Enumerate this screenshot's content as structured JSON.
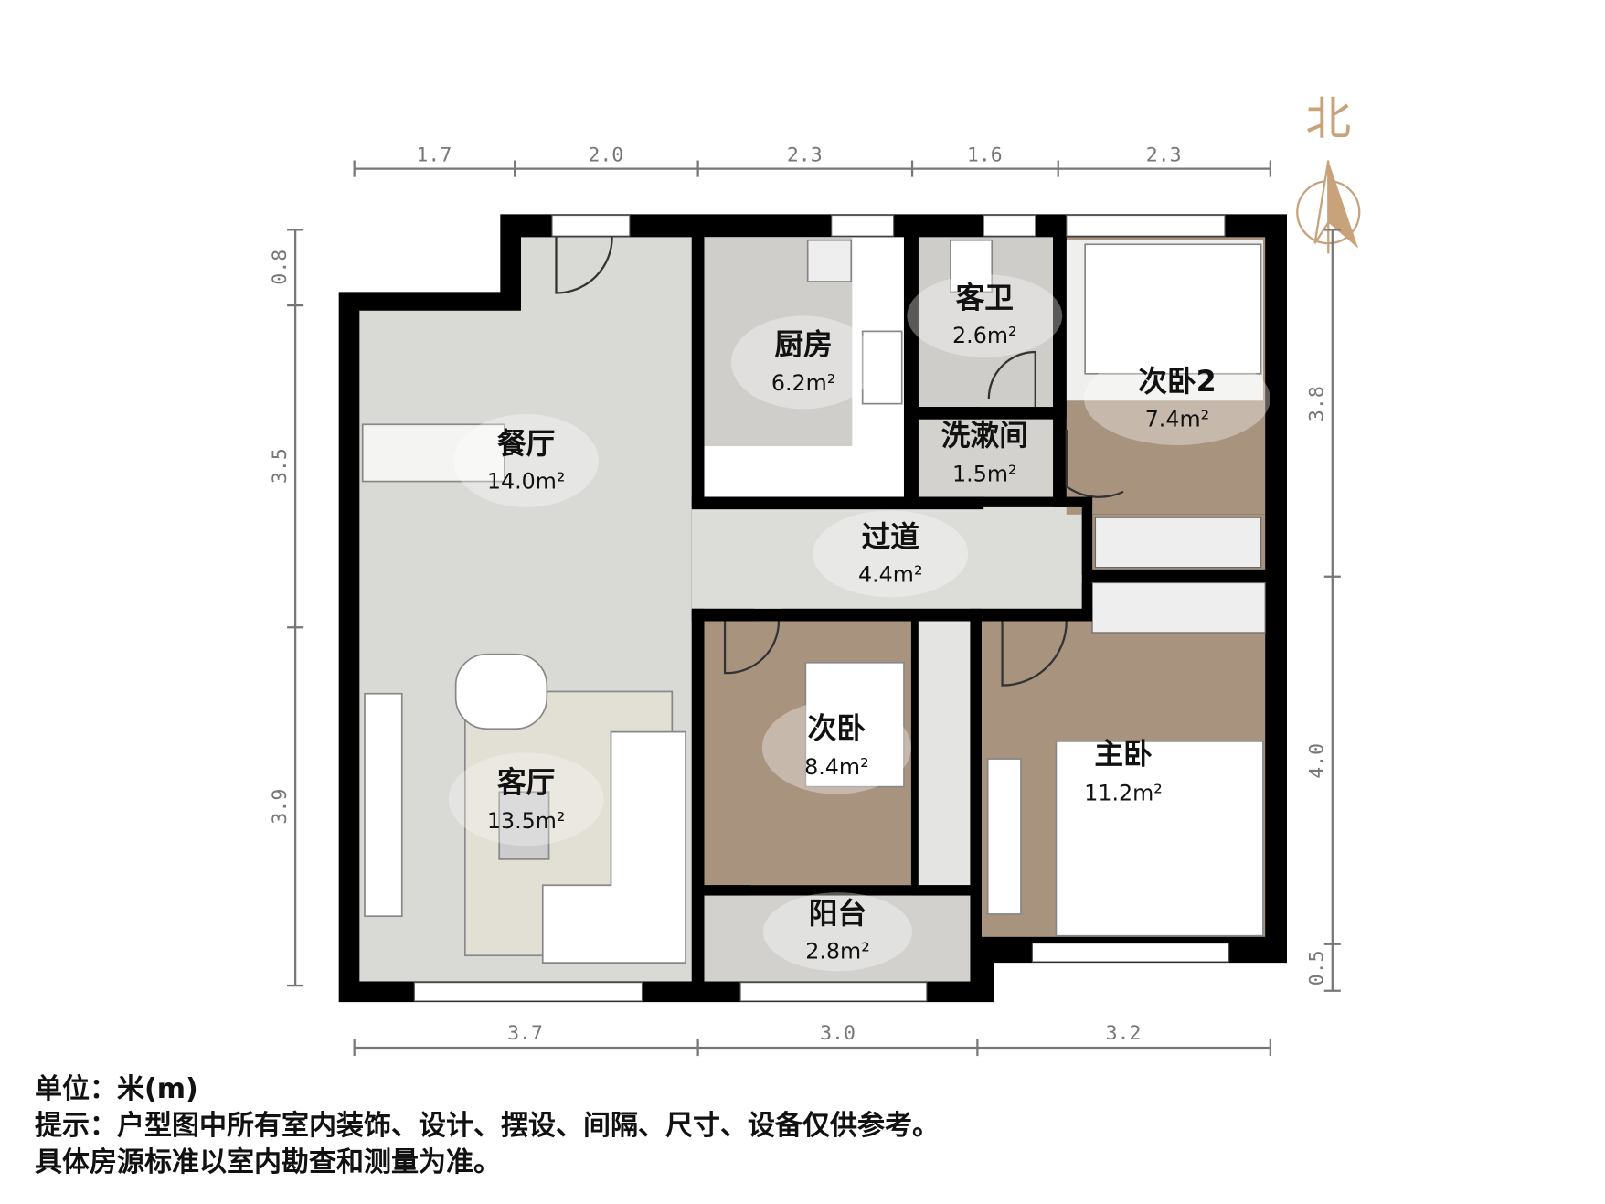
{
  "north_label": "北",
  "dimensions": {
    "top": [
      "1.7",
      "2.0",
      "2.3",
      "1.6",
      "2.3"
    ],
    "bottom": [
      "3.7",
      "3.0",
      "3.2"
    ],
    "left": [
      "0.8",
      "3.5",
      "3.9"
    ],
    "right": [
      "3.8",
      "4.0",
      "0.5"
    ]
  },
  "rooms": [
    {
      "name": "餐厅",
      "area": "14.0m²"
    },
    {
      "name": "厨房",
      "area": "6.2m²"
    },
    {
      "name": "客卫",
      "area": "2.6m²"
    },
    {
      "name": "洗漱间",
      "area": "1.5m²"
    },
    {
      "name": "次卧2",
      "area": "7.4m²"
    },
    {
      "name": "过道",
      "area": "4.4m²"
    },
    {
      "name": "次卧",
      "area": "8.4m²"
    },
    {
      "name": "主卧",
      "area": "11.2m²"
    },
    {
      "name": "客厅",
      "area": "13.5m²"
    },
    {
      "name": "阳台",
      "area": "2.8m²"
    }
  ],
  "colors": {
    "wall": "#000000",
    "tile": "#d9d9d6",
    "wood": "#a8937f",
    "dimension": "#777777",
    "north": "#c8a27a"
  },
  "notes": {
    "unit": "单位：米(m)",
    "hint": "提示：户型图中所有室内装饰、设计、摆设、间隔、尺寸、设备仅供参考。",
    "standard": "具体房源标准以室内勘查和测量为准。"
  }
}
